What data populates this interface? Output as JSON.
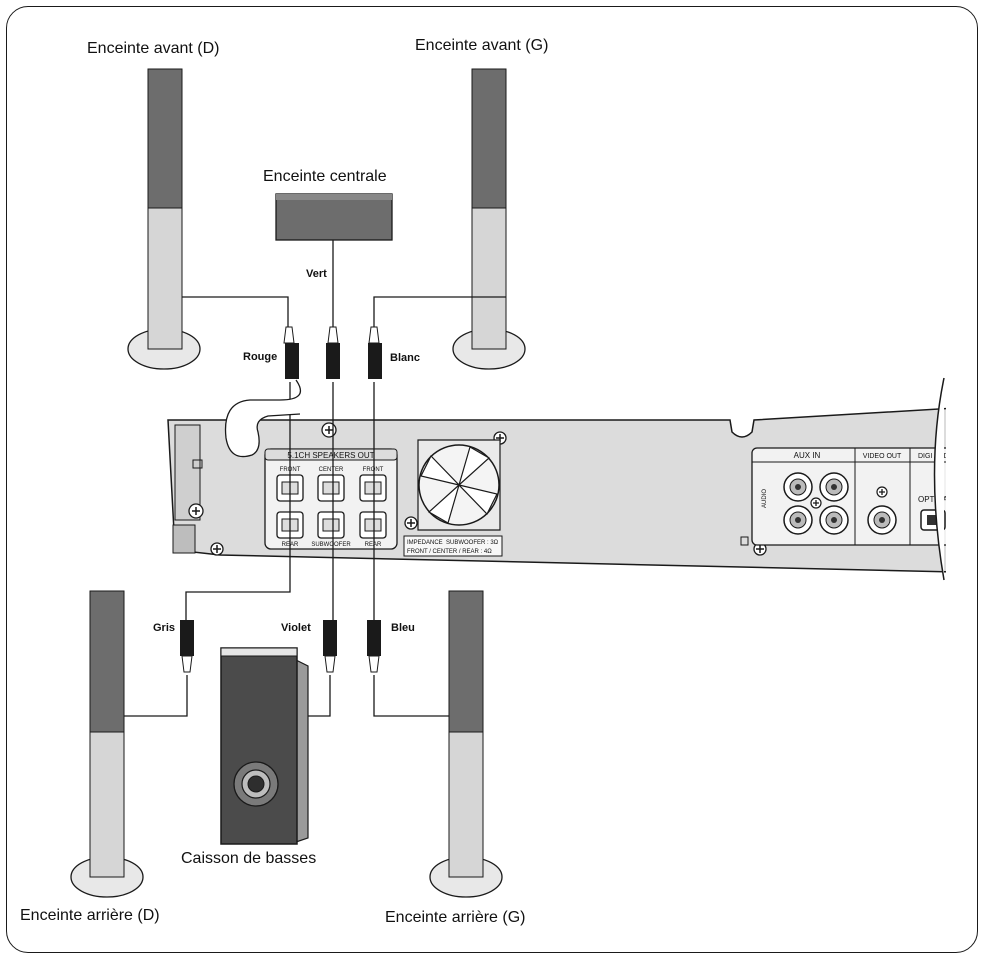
{
  "speakers": {
    "front_right": "Enceinte avant (D)",
    "front_left": "Enceinte avant (G)",
    "center": "Enceinte centrale",
    "rear_right": "Enceinte arrière (D)",
    "rear_left": "Enceinte arrière (G)",
    "subwoofer": "Caisson de basses"
  },
  "wire_colors": {
    "front_right": "Rouge",
    "center": "Vert",
    "front_left": "Blanc",
    "rear_right": "Gris",
    "subwoofer": "Violet",
    "rear_left": "Bleu"
  },
  "receiver": {
    "speakers_out": "5.1CH SPEAKERS OUT",
    "terminals": {
      "front_left": "FRONT",
      "center": "CENTER",
      "front_right": "FRONT",
      "rear_left": "REAR",
      "subwoofer": "SUBWOOFER",
      "rear_right": "REAR"
    },
    "impedance_label": "IMPEDANCE",
    "impedance_sub": "SUBWOOFER : 3Ω",
    "impedance_others": "FRONT / CENTER / REAR : 4Ω",
    "aux_in": "AUX IN",
    "audio": "AUDIO",
    "video_out": "VIDEO OUT",
    "digital_audio": "DIGI AUDI",
    "optical": "OPTICAL"
  },
  "colors": {
    "speaker_dark": "#6d6d6d",
    "speaker_light": "#d6d6d6",
    "receiver_body": "#d9d9d9",
    "panel": "#eeeeee"
  }
}
